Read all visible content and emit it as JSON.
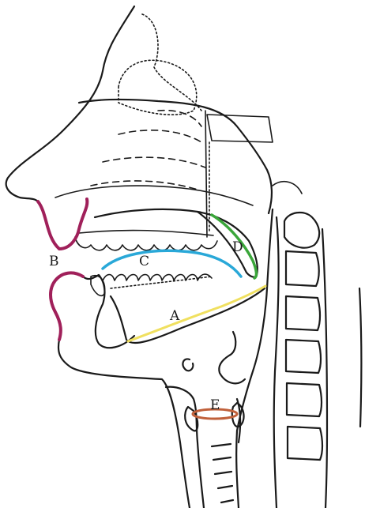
{
  "labels": {
    "A": "A",
    "B": "B",
    "C": "C",
    "D": "D",
    "E": "E"
  },
  "colors": {
    "lips": "#a0205a",
    "tongue_top": "#29a8d8",
    "velum": "#3aa63a",
    "tongue_root": "#f0e060",
    "glottis": "#c0603a",
    "ink": "#1a1a1a"
  }
}
